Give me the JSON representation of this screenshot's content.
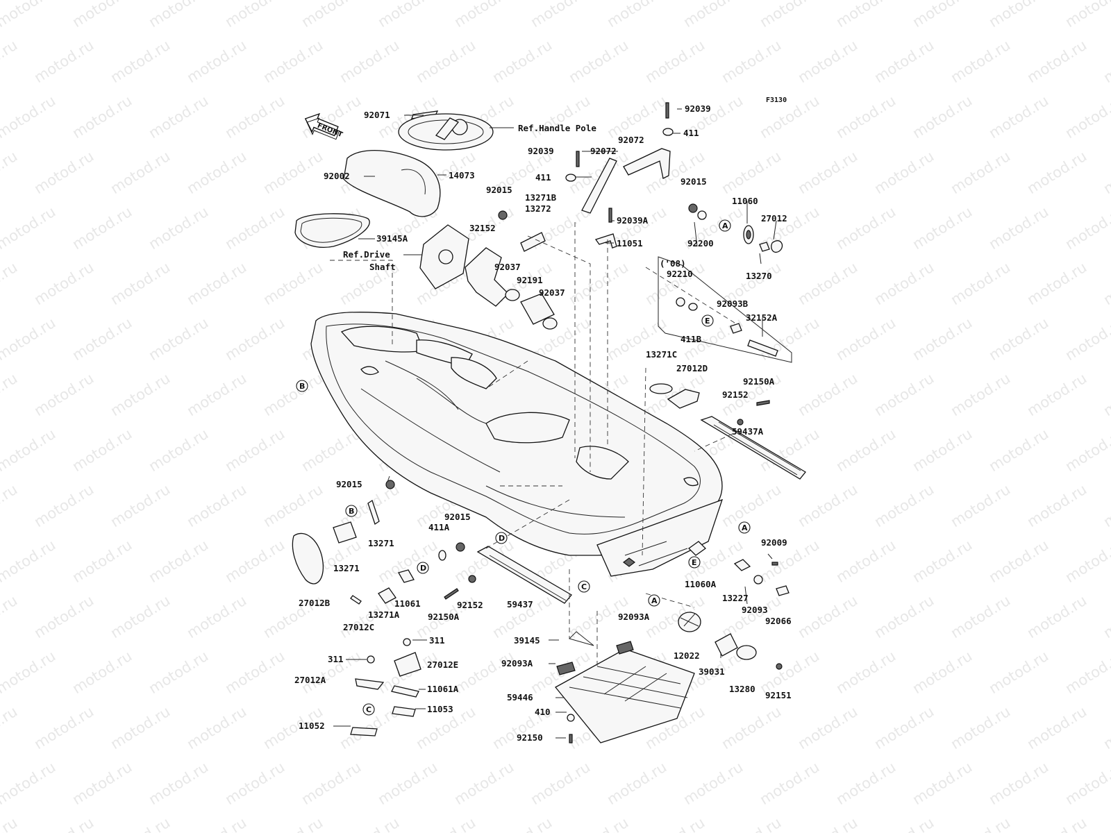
{
  "diagram_code": "F3130",
  "watermark": "motod.ru",
  "front_label": "FRONT",
  "ref_labels": {
    "handle_pole": "Ref.Handle Pole",
    "drive_shaft_1": "Ref.Drive",
    "drive_shaft_2": "Shaft"
  },
  "year_tag": "('08)",
  "part_numbers": {
    "p92071": "92071",
    "p14073": "14073",
    "p92002": "92002",
    "p39145A": "39145A",
    "p92039_top": "92039",
    "p411_top": "411",
    "p92072_a": "92072",
    "p92072_b": "92072",
    "p92039_mid": "92039",
    "p411_mid": "411",
    "p92015_a": "92015",
    "p13271B": "13271B",
    "p13272": "13272",
    "p32152": "32152",
    "p92037_a": "92037",
    "p92191": "92191",
    "p92037_b": "92037",
    "p92039A": "92039A",
    "p11051": "11051",
    "p92015_b": "92015",
    "p92200": "92200",
    "p11060": "11060",
    "p27012": "27012",
    "p13270": "13270",
    "p92210": "92210",
    "p92093B": "92093B",
    "p411B": "411B",
    "p32152A": "32152A",
    "p13271C": "13271C",
    "p27012D": "27012D",
    "p92152_a": "92152",
    "p92150A_a": "92150A",
    "p59437A": "59437A",
    "p92015_c": "92015",
    "p13271_a": "13271",
    "p13271_b": "13271",
    "p27012B": "27012B",
    "p92015_d": "92015",
    "p411A": "411A",
    "p11061": "11061",
    "p13271A": "13271A",
    "p27012C": "27012C",
    "p92150A_b": "92150A",
    "p92152_b": "92152",
    "p59437": "59437",
    "p92009": "92009",
    "p11060A": "11060A",
    "p13227": "13227",
    "p92093": "92093",
    "p92066": "92066",
    "p92093A_a": "92093A",
    "p39145": "39145",
    "p92093A_b": "92093A",
    "p59446": "59446",
    "p410": "410",
    "p92150": "92150",
    "p12022": "12022",
    "p39031": "39031",
    "p13280": "13280",
    "p92151": "92151",
    "p311_a": "311",
    "p27012E": "27012E",
    "p311_b": "311",
    "p27012A": "27012A",
    "p11061A": "11061A",
    "p11053": "11053",
    "p11052": "11052"
  },
  "callouts": {
    "A": "A",
    "B": "B",
    "C": "C",
    "D": "D",
    "E": "E"
  }
}
